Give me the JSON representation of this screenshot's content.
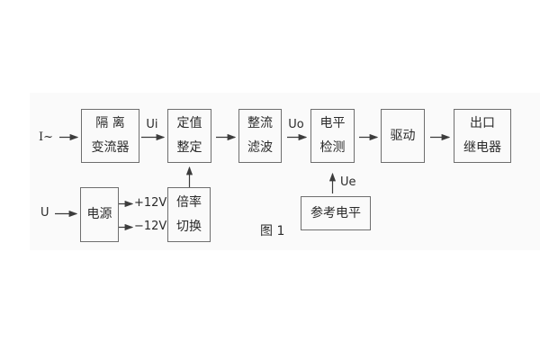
{
  "figure": {
    "caption": "图 1",
    "colors": {
      "page_bg": "#ffffff",
      "photo_bg": "#fafafa",
      "box_border": "#6e6e6e",
      "text": "#2b2b2b",
      "arrow": "#3c3c3c"
    },
    "blocks": [
      {
        "id": "isolation-transformer",
        "lines": [
          "隔 离",
          "变流器"
        ]
      },
      {
        "id": "setpoint-setting",
        "lines": [
          "定值",
          "整定"
        ]
      },
      {
        "id": "rectifier-filter",
        "lines": [
          "整流",
          "滤波"
        ]
      },
      {
        "id": "level-detection",
        "lines": [
          "电平",
          "检测"
        ]
      },
      {
        "id": "driver",
        "lines": [
          "驱动"
        ]
      },
      {
        "id": "output-relay",
        "lines": [
          "出口",
          "继电器"
        ]
      },
      {
        "id": "power-supply",
        "lines": [
          "电源"
        ]
      },
      {
        "id": "multiplier-switch",
        "lines": [
          "倍率",
          "切换"
        ]
      },
      {
        "id": "reference-level",
        "lines": [
          "参考电平"
        ]
      }
    ],
    "labels": {
      "input_current": "I~",
      "input_voltage": "U",
      "ui": "Ui",
      "uo": "Uo",
      "ue": "Ue",
      "plus_12v": "+12V",
      "minus_12v": "−12V"
    }
  }
}
